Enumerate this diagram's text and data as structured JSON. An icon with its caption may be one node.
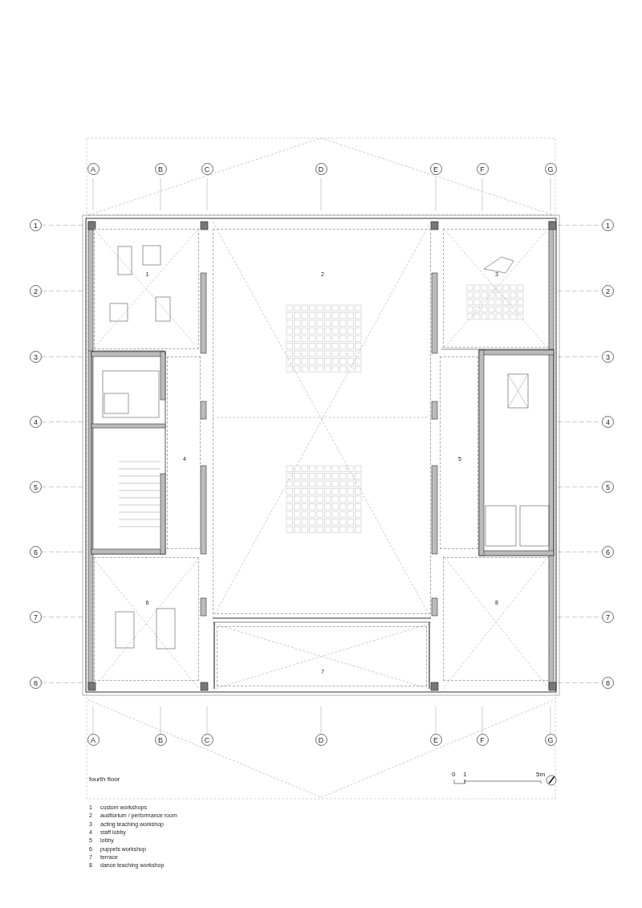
{
  "diagram": {
    "title": "fourth floor",
    "nodes": [
      {
        "text": [
          "A"
        ]
      },
      {
        "text": [
          "B"
        ]
      },
      {
        "text": [
          "C"
        ]
      },
      {
        "text": [
          "D"
        ]
      },
      {
        "text": [
          "E"
        ]
      },
      {
        "text": [
          "F"
        ]
      },
      {
        "text": [
          "G"
        ]
      },
      {
        "text": [
          "1"
        ]
      },
      {
        "text": [
          "2"
        ]
      },
      {
        "text": [
          "3"
        ]
      },
      {
        "text": [
          "4"
        ]
      },
      {
        "text": [
          "5"
        ]
      },
      {
        "text": [
          "6"
        ]
      },
      {
        "text": [
          "7"
        ]
      },
      {
        "text": [
          "8"
        ]
      },
      {
        "text": [
          "1"
        ]
      },
      {
        "text": [
          "2"
        ]
      },
      {
        "text": [
          "3"
        ]
      },
      {
        "text": [
          "4"
        ]
      },
      {
        "text": [
          "5"
        ]
      },
      {
        "text": [
          "6"
        ]
      },
      {
        "text": [
          "7"
        ]
      },
      {
        "text": [
          "8"
        ]
      },
      {
        "text": [
          "1"
        ]
      },
      {
        "text": [
          "2"
        ]
      },
      {
        "text": [
          "3"
        ]
      },
      {
        "text": [
          "4"
        ]
      },
      {
        "text": [
          "5"
        ]
      },
      {
        "text": [
          "6"
        ]
      },
      {
        "text": [
          "7"
        ]
      },
      {
        "text": [
          "8"
        ]
      },
      {
        "text": [
          "A"
        ]
      },
      {
        "text": [
          "B"
        ]
      },
      {
        "text": [
          "C"
        ]
      },
      {
        "text": [
          "D"
        ]
      },
      {
        "text": [
          "E"
        ]
      },
      {
        "text": [
          "F"
        ]
      },
      {
        "text": [
          "G"
        ]
      }
    ],
    "edges": [],
    "labels": [
      "0",
      "1",
      "5m",
      "1",
      "custom workshops",
      "2",
      "auditorium / performance room",
      "3",
      "acting teaching workshop",
      "4",
      "staff lobby",
      "5",
      "lobby",
      "6",
      "puppets workshop",
      "7",
      "terrace",
      "8",
      "dance teaching workshop"
    ]
  }
}
